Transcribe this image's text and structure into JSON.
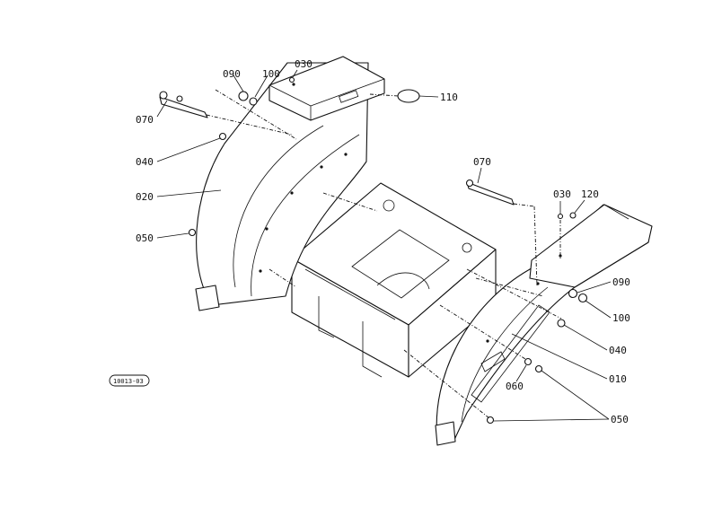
{
  "drawing_code": "10013-03",
  "callouts": {
    "c010": "010",
    "c020": "020",
    "c030_left": "030",
    "c030_right": "030",
    "c040_left": "040",
    "c040_right": "040",
    "c050_left": "050",
    "c050_right": "050",
    "c060": "060",
    "c070_left": "070",
    "c070_right": "070",
    "c090_left": "090",
    "c090_right": "090",
    "c100_left": "100",
    "c100_right": "100",
    "c110": "110",
    "c120": "120"
  }
}
